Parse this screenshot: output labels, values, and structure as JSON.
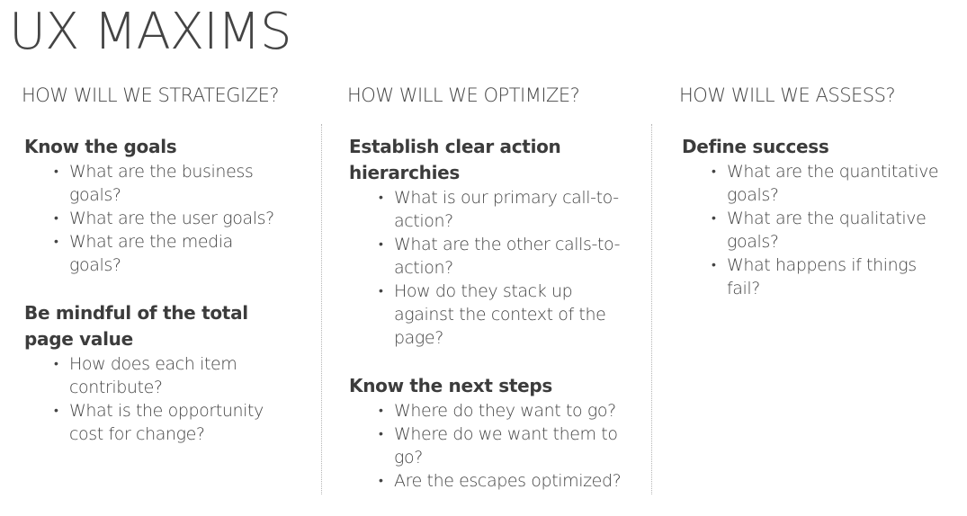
{
  "page": {
    "title": "UX MAXIMS"
  },
  "columns": [
    {
      "heading": "HOW WILL WE STRATEGIZE?",
      "sections": [
        {
          "title": "Know the goals",
          "items": [
            "What are the business goals?",
            "What are the user goals?",
            "What are the media goals?"
          ]
        },
        {
          "title": "Be mindful of the total page value",
          "items": [
            "How does each item contribute?",
            "What is the opportunity cost for change?"
          ]
        }
      ]
    },
    {
      "heading": "HOW WILL WE OPTIMIZE?",
      "sections": [
        {
          "title": "Establish clear action hierarchies",
          "items": [
            "What is our primary call-to-action?",
            "What are the other calls-to-action?",
            "How do they stack up against the context of the page?"
          ]
        },
        {
          "title": "Know the next steps",
          "items": [
            "Where do they want to go?",
            "Where do we want them to go?",
            "Are the escapes optimized?"
          ]
        }
      ]
    },
    {
      "heading": "HOW WILL WE ASSESS?",
      "sections": [
        {
          "title": "Define success",
          "items": [
            "What are the quantitative goals?",
            "What are the qualitative goals?",
            "What happens if things fail?"
          ]
        }
      ]
    }
  ],
  "style": {
    "text_color": "#444444",
    "divider_color": "#b5b5b5",
    "bullet_glyph": "•"
  }
}
